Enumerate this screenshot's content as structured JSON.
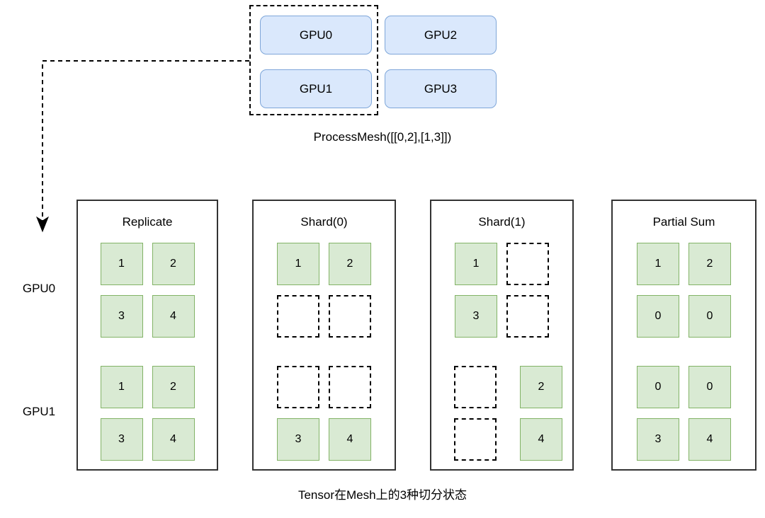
{
  "mesh": {
    "dashed_group_name": "mesh-selection-dashed-box",
    "boxes": [
      {
        "label": "GPU0"
      },
      {
        "label": "GPU2"
      },
      {
        "label": "GPU1"
      },
      {
        "label": "GPU3"
      }
    ],
    "caption": "ProcessMesh([[0,2],[1,3]])"
  },
  "arrow": {
    "name": "dashed-arrow-mesh-to-panels",
    "color": "#000000",
    "style": "dashed"
  },
  "row_labels": [
    {
      "label": "GPU0"
    },
    {
      "label": "GPU1"
    }
  ],
  "colors": {
    "gpu_box_fill": "#dae8fc",
    "gpu_box_border": "#7ea6d9",
    "cell_fill": "#d9ead3",
    "cell_border": "#82b366",
    "panel_border": "#333333",
    "empty_cell_border": "#000000"
  },
  "panels": [
    {
      "title": "Replicate",
      "groups": [
        {
          "owner": "GPU0",
          "rows": [
            [
              {
                "value": "1",
                "state": "filled"
              },
              {
                "value": "2",
                "state": "filled"
              }
            ],
            [
              {
                "value": "3",
                "state": "filled"
              },
              {
                "value": "4",
                "state": "filled"
              }
            ]
          ]
        },
        {
          "owner": "GPU1",
          "rows": [
            [
              {
                "value": "1",
                "state": "filled"
              },
              {
                "value": "2",
                "state": "filled"
              }
            ],
            [
              {
                "value": "3",
                "state": "filled"
              },
              {
                "value": "4",
                "state": "filled"
              }
            ]
          ]
        }
      ]
    },
    {
      "title": "Shard(0)",
      "groups": [
        {
          "owner": "GPU0",
          "rows": [
            [
              {
                "value": "1",
                "state": "filled"
              },
              {
                "value": "2",
                "state": "filled"
              }
            ],
            [
              {
                "value": "",
                "state": "empty"
              },
              {
                "value": "",
                "state": "empty"
              }
            ]
          ]
        },
        {
          "owner": "GPU1",
          "rows": [
            [
              {
                "value": "",
                "state": "empty"
              },
              {
                "value": "",
                "state": "empty"
              }
            ],
            [
              {
                "value": "3",
                "state": "filled"
              },
              {
                "value": "4",
                "state": "filled"
              }
            ]
          ]
        }
      ]
    },
    {
      "title": "Shard(1)",
      "groups": [
        {
          "owner": "GPU0",
          "rows": [
            [
              {
                "value": "1",
                "state": "filled"
              },
              {
                "value": "",
                "state": "empty"
              }
            ],
            [
              {
                "value": "3",
                "state": "filled"
              },
              {
                "value": "",
                "state": "empty"
              }
            ]
          ]
        },
        {
          "owner": "GPU1",
          "offset_right": true,
          "rows": [
            [
              {
                "value": "",
                "state": "empty"
              },
              {
                "value": "2",
                "state": "filled"
              }
            ],
            [
              {
                "value": "",
                "state": "empty"
              },
              {
                "value": "4",
                "state": "filled"
              }
            ]
          ]
        }
      ]
    },
    {
      "title": "Partial Sum",
      "groups": [
        {
          "owner": "GPU0",
          "rows": [
            [
              {
                "value": "1",
                "state": "filled"
              },
              {
                "value": "2",
                "state": "filled"
              }
            ],
            [
              {
                "value": "0",
                "state": "filled"
              },
              {
                "value": "0",
                "state": "filled"
              }
            ]
          ]
        },
        {
          "owner": "GPU1",
          "rows": [
            [
              {
                "value": "0",
                "state": "filled"
              },
              {
                "value": "0",
                "state": "filled"
              }
            ],
            [
              {
                "value": "3",
                "state": "filled"
              },
              {
                "value": "4",
                "state": "filled"
              }
            ]
          ]
        }
      ]
    }
  ],
  "bottom_caption": "Tensor在Mesh上的3种切分状态"
}
